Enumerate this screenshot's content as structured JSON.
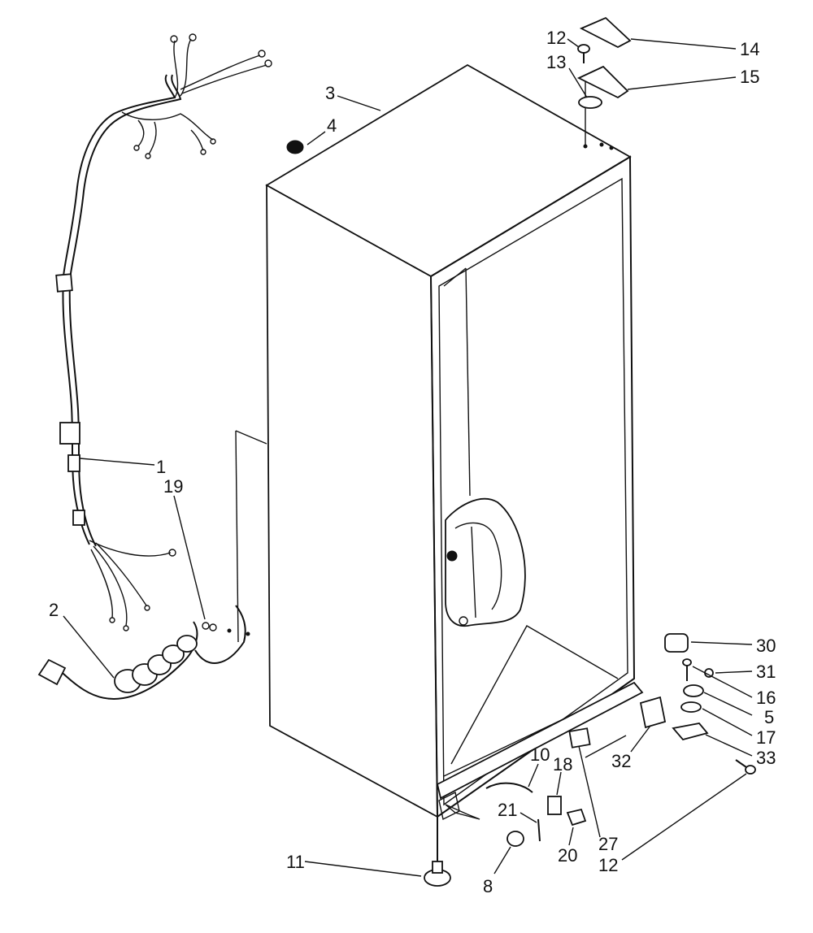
{
  "diagram": {
    "callouts": {
      "c1": "1",
      "c2": "2",
      "c3": "3",
      "c4": "4",
      "c5": "5",
      "c8": "8",
      "c10": "10",
      "c11": "11",
      "c12a": "12",
      "c12b": "12",
      "c13": "13",
      "c14": "14",
      "c15": "15",
      "c16": "16",
      "c17": "17",
      "c18": "18",
      "c19": "19",
      "c20": "20",
      "c21": "21",
      "c27": "27",
      "c30": "30",
      "c31": "31",
      "c32": "32",
      "c33": "33"
    }
  }
}
